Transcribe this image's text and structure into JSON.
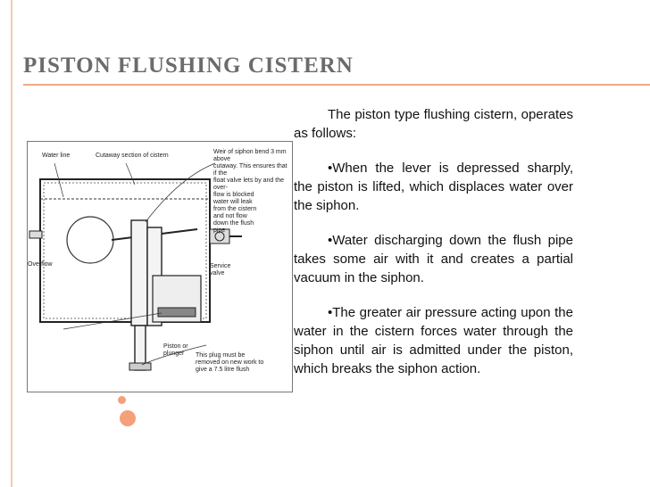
{
  "slide": {
    "title": "PISTON FLUSHING CISTERN",
    "paragraphs": [
      "The piston type flushing cistern, operates as follows:",
      "•When the lever is depressed sharply, the piston is lifted, which displaces water over the siphon.",
      "•Water discharging down the flush pipe takes some air with it and creates a partial vacuum in the siphon.",
      "•The greater air pressure acting upon the water in the cistern forces water  through the siphon until air is admitted under the piston, which breaks the siphon action."
    ]
  },
  "diagram": {
    "labels": {
      "water_line": "Water line",
      "cutaway": "Cutaway section of cistern",
      "weir": "Weir of siphon bend 3 mm above\ncutaway. This ensures that if the\nfloat valve lets by and the over-\nflow is blocked\nwater will leak\nfrom the cistern\nand not flow\ndown the flush\npipe",
      "overflow": "Overflow",
      "service_valve": "Service\nvalve",
      "piston": "Piston or\nplunger",
      "plug": "This plug must be\nremoved on new work to\ngive a 7.5 litre flush"
    }
  },
  "colors": {
    "accent": "#f4a07a",
    "title_line": "#f0a988",
    "title_text": "#6b6b6b"
  }
}
